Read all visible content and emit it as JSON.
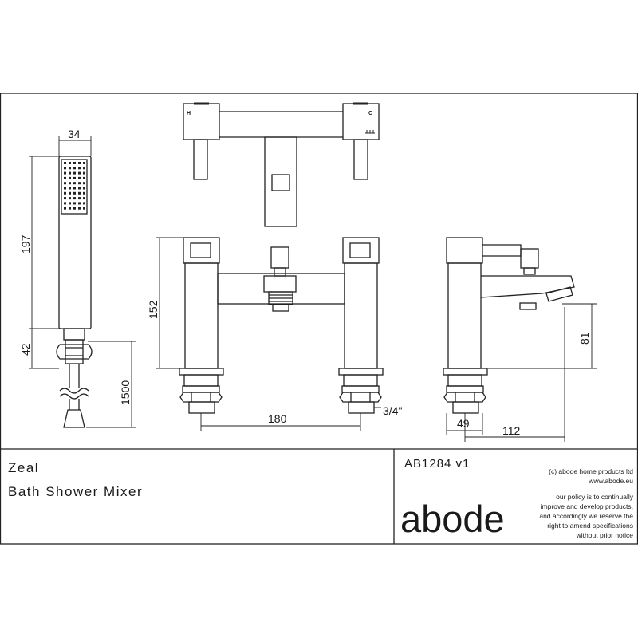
{
  "product": {
    "name": "Zeal",
    "description": "Bath Shower Mixer",
    "code": "AB1284  v1",
    "brand": "abode"
  },
  "company": {
    "copyright": "(c) abode home products ltd",
    "website": "www.abode.eu",
    "policy_lines": [
      "our policy is to continually",
      "improve and develop products,",
      "and accordingly we reserve the",
      "right to amend specifications",
      "without prior notice"
    ]
  },
  "views": {
    "top": {
      "hot_label": "H",
      "cold_label": "C"
    }
  },
  "dimensions": {
    "handset_width": "34",
    "handset_length": "197",
    "holder_height": "42",
    "hose_length": "1500",
    "mixer_height": "152",
    "tap_centres": "180",
    "thread": "3/4\"",
    "spout_height": "81",
    "base_width": "49",
    "spout_projection": "112"
  }
}
